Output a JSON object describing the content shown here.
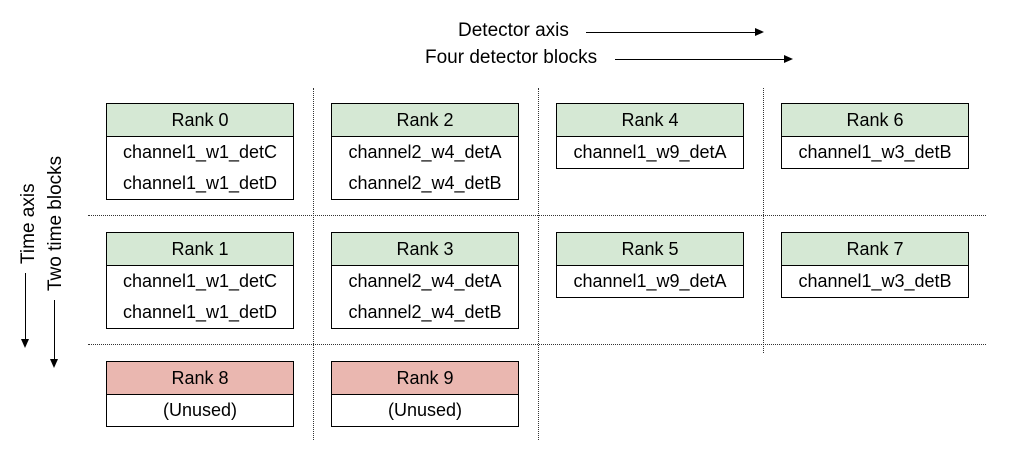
{
  "labels": {
    "detector_axis": "Detector axis",
    "detector_blocks": "Four detector blocks",
    "time_axis": "Time axis",
    "time_blocks": "Two time blocks"
  },
  "colors": {
    "used_header": "#d5e8d4",
    "unused_header": "#eab7b0"
  },
  "ranks": [
    {
      "title": "Rank 0",
      "status": "used",
      "items": [
        "channel1_w1_detC",
        "channel1_w1_detD"
      ]
    },
    {
      "title": "Rank 2",
      "status": "used",
      "items": [
        "channel2_w4_detA",
        "channel2_w4_detB"
      ]
    },
    {
      "title": "Rank 4",
      "status": "used",
      "items": [
        "channel1_w9_detA"
      ]
    },
    {
      "title": "Rank 6",
      "status": "used",
      "items": [
        "channel1_w3_detB"
      ]
    },
    {
      "title": "Rank 1",
      "status": "used",
      "items": [
        "channel1_w1_detC",
        "channel1_w1_detD"
      ]
    },
    {
      "title": "Rank 3",
      "status": "used",
      "items": [
        "channel2_w4_detA",
        "channel2_w4_detB"
      ]
    },
    {
      "title": "Rank 5",
      "status": "used",
      "items": [
        "channel1_w9_detA"
      ]
    },
    {
      "title": "Rank 7",
      "status": "used",
      "items": [
        "channel1_w3_detB"
      ]
    },
    {
      "title": "Rank 8",
      "status": "unused",
      "items": [
        "(Unused)"
      ]
    },
    {
      "title": "Rank 9",
      "status": "unused",
      "items": [
        "(Unused)"
      ]
    }
  ]
}
